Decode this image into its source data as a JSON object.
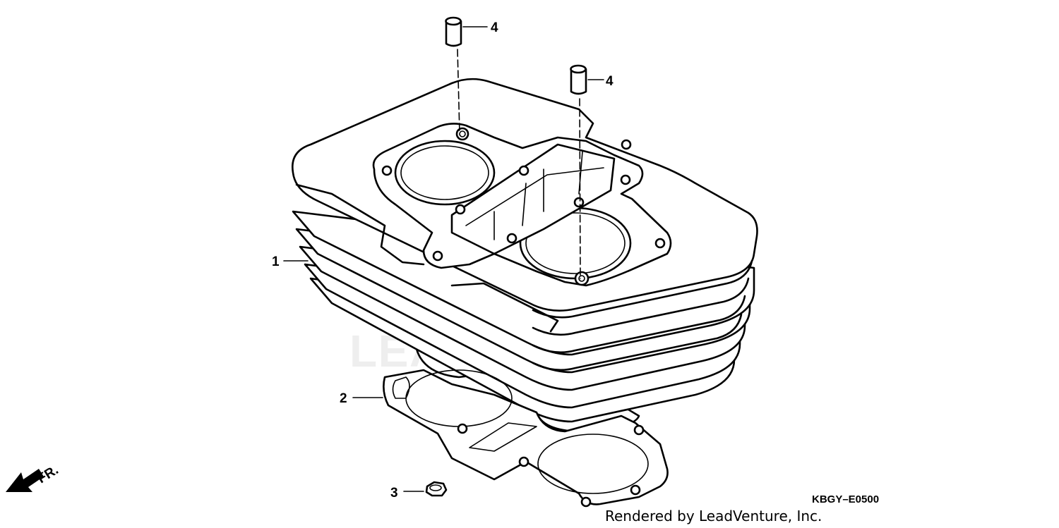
{
  "callouts": {
    "p1": "1",
    "p2": "2",
    "p3": "3",
    "p4a": "4",
    "p4b": "4"
  },
  "front_label": "FR.",
  "diagram_code": "KBGY–E0500",
  "credit": "Rendered by LeadVenture, Inc.",
  "watermark": "LEADVENTURE",
  "icons": [
    "front-direction-arrow-icon",
    "leadventure-logo-icon"
  ]
}
